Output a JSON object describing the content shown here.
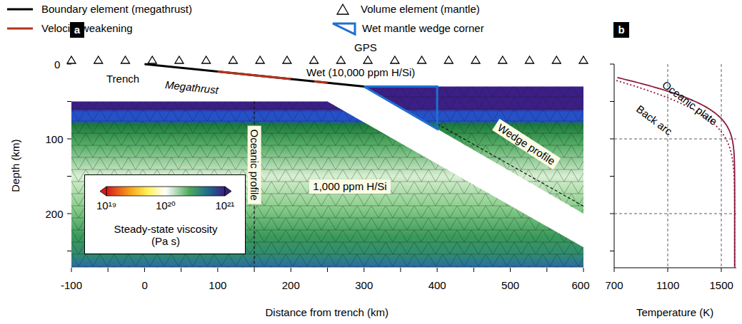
{
  "diagram": {
    "nodes": [
      {
        "text": [
          "a"
        ]
      },
      {
        "text": [
          "b"
        ]
      },
      {
        "text": [
          "Oceanic profile"
        ]
      },
      {
        "text": [
          "Wedge profile"
        ]
      },
      {
        "text": [
          "1,000 ppm H/Si"
        ]
      },
      {
        "text": [
          "10¹⁹",
          "10²⁰",
          "10²¹",
          "Steady-state viscosity (Pa s)"
        ]
      }
    ],
    "labels": [
      "GPS",
      "Trench",
      "Megathrust",
      "Wet (10,000 ppm H/Si)",
      "0",
      "100",
      "200",
      "Depth (km)",
      "-100",
      "0",
      "100",
      "200",
      "300",
      "400",
      "500",
      "600",
      "Distance from trench (km)",
      "Oceanic plate",
      "Back arc",
      "700",
      "1100",
      "1500",
      "Temperature (K)"
    ],
    "legend": [
      {
        "text": "Boundary element (megathrust)"
      },
      {
        "text": "Velocity weakening"
      },
      {
        "text": "Volume element (mantle)"
      },
      {
        "text": "Wet mantle wedge corner"
      }
    ]
  }
}
